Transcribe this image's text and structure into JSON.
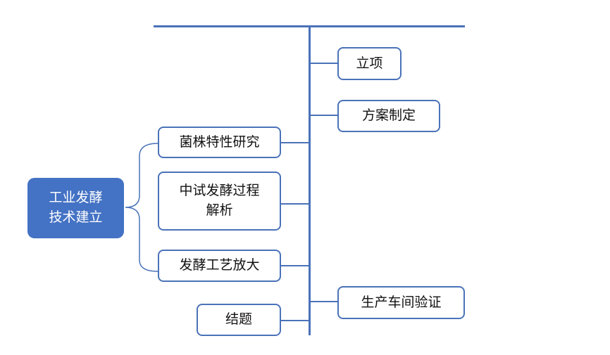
{
  "diagram": {
    "root": {
      "label": "工业发酵\n技术建立"
    },
    "left_nodes": [
      {
        "label": "菌株特性研究"
      },
      {
        "label": "中试发酵过程\n解析"
      },
      {
        "label": "发酵工艺放大"
      },
      {
        "label": "结题"
      }
    ],
    "right_nodes": [
      {
        "label": "立项"
      },
      {
        "label": "方案制定"
      },
      {
        "label": "生产车间验证"
      }
    ]
  },
  "colors": {
    "line": "#4a72b8",
    "root_fill": "#4472c4",
    "box_border": "#4a72b8",
    "text": "#111111"
  }
}
